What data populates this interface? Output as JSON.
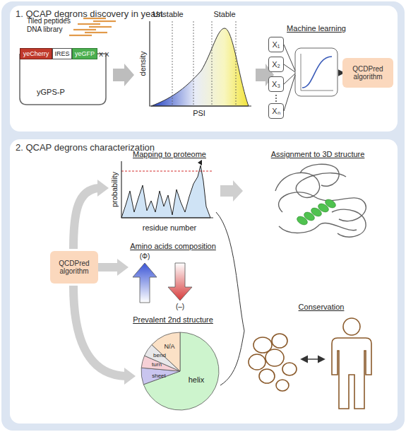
{
  "diagram": {
    "nodes": [
      {
        "text": [
          "1. QCAP degrons discovery in yeast"
        ]
      },
      {
        "text": [
          "2. QCAP degrons characterization"
        ]
      },
      {
        "text": [
          "yeCherry"
        ],
        "in": 0
      },
      {
        "text": [
          "IRES"
        ],
        "in": 0
      },
      {
        "text": [
          "yeGFP"
        ],
        "in": 0
      },
      {
        "text": [
          "X₁"
        ],
        "in": 0
      },
      {
        "text": [
          "X₂"
        ],
        "in": 0
      },
      {
        "text": [
          "X₃"
        ],
        "in": 0
      },
      {
        "text": [
          "Xₙ"
        ],
        "in": 0
      },
      {
        "text": [
          "QCDPred algorithm"
        ],
        "in": 0
      },
      {
        "text": [
          "QCDPred algorithm"
        ],
        "in": 1
      }
    ],
    "labels": [
      "Tiled peptides",
      "DNA library",
      "X X",
      "yGPS-P",
      "Unstable",
      "Stable",
      "density",
      "PSI",
      "Machine learning",
      "Mapping to proteome",
      "probability",
      "residue number",
      "Assignment to 3D structure",
      "Amino acids composition",
      "(Φ)",
      "(–)",
      "Prevalent 2nd structure",
      "N/A",
      "bend",
      "turn",
      "sheet",
      "helix",
      "Conservation"
    ]
  }
}
